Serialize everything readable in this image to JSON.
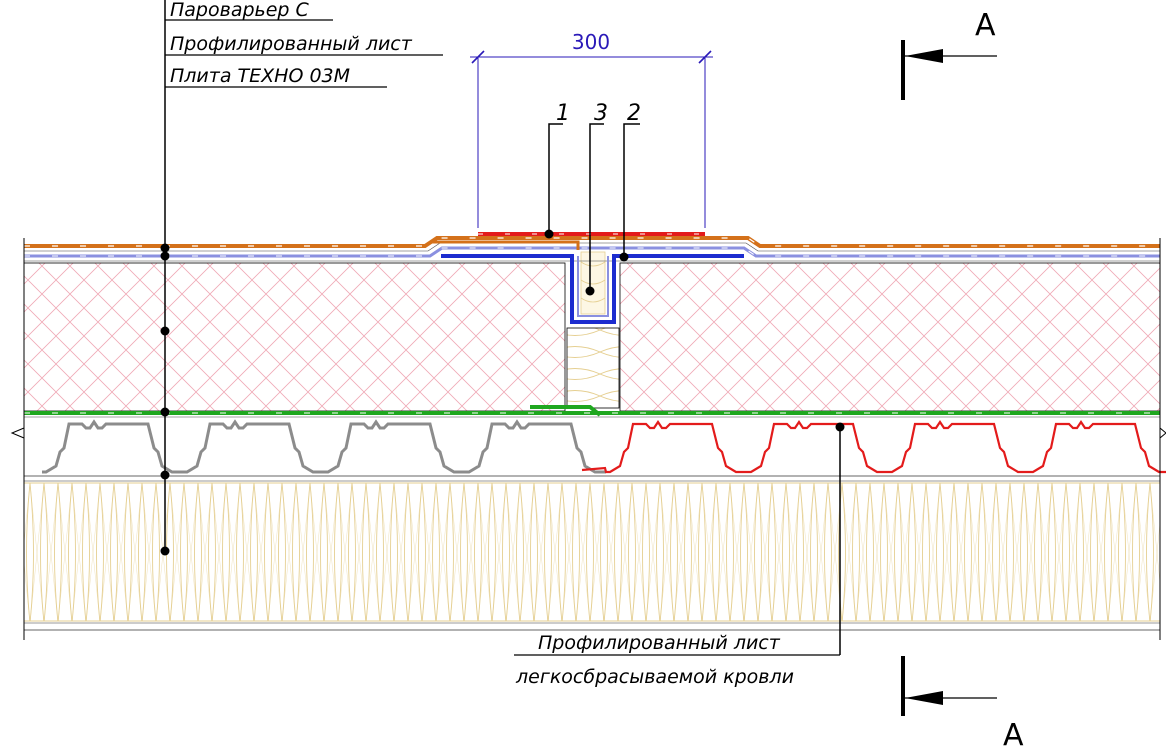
{
  "leader_top": {
    "lines": [
      "Пароварьер С",
      "Профилированный лист",
      "Плита ТЕХНО 03М"
    ]
  },
  "leader_bottom": {
    "lines": [
      "Профилированный лист",
      "легкосбрасываемой кровли"
    ]
  },
  "dimension": {
    "value": "300"
  },
  "callouts": [
    "1",
    "3",
    "2"
  ],
  "section_mark": {
    "letter_top": "А",
    "letter_bottom": "А"
  },
  "colors": {
    "orange": "#d4711a",
    "lilac": "#8a90e0",
    "blue": "#1c2ccf",
    "red": "#e31b1b",
    "green": "#1fa71f",
    "gray": "#8c8c8c",
    "pink_hatch": "#f0a9b6",
    "yellow_hatch": "#e5cf91",
    "dimension": "#2a19b8"
  }
}
